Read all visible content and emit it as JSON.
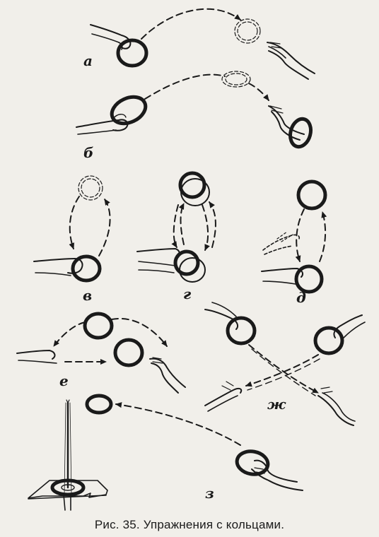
{
  "figure": {
    "caption": "Рис. 35. Упражнения с кольцами.",
    "panels": [
      {
        "id": "a",
        "label": "а"
      },
      {
        "id": "b",
        "label": "б"
      },
      {
        "id": "v",
        "label": "в"
      },
      {
        "id": "g",
        "label": "г"
      },
      {
        "id": "d",
        "label": "д"
      },
      {
        "id": "e",
        "label": "е"
      },
      {
        "id": "zh",
        "label": "ж"
      },
      {
        "id": "z",
        "label": "з"
      }
    ]
  },
  "colors": {
    "ink": "#1a1a1a",
    "paper": "#f1efea"
  }
}
